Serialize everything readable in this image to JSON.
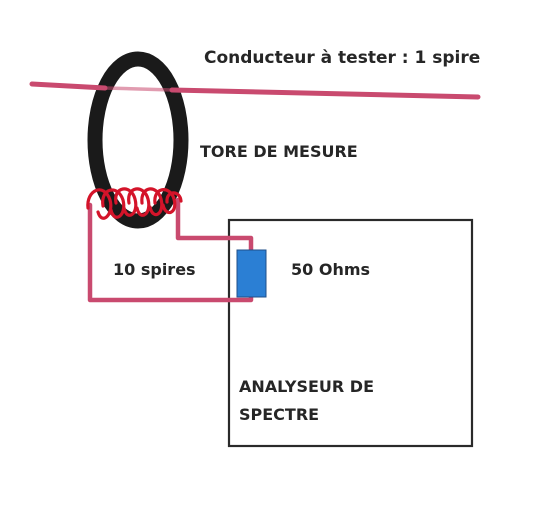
{
  "labels": {
    "conductor": "Conducteur à tester : 1 spire",
    "tore": "TORE DE  MESURE",
    "spires": "10 spires",
    "ohms": "50 Ohms",
    "analyzer_line1": "ANALYSEUR DE",
    "analyzer_line2": "SPECTRE"
  },
  "colors": {
    "wire": "#c94a6f",
    "toroid": "#1a1a1a",
    "winding": "#d4142a",
    "resistor": "#2b7fd4",
    "box": "#2a2a2a",
    "text": "#262626"
  }
}
